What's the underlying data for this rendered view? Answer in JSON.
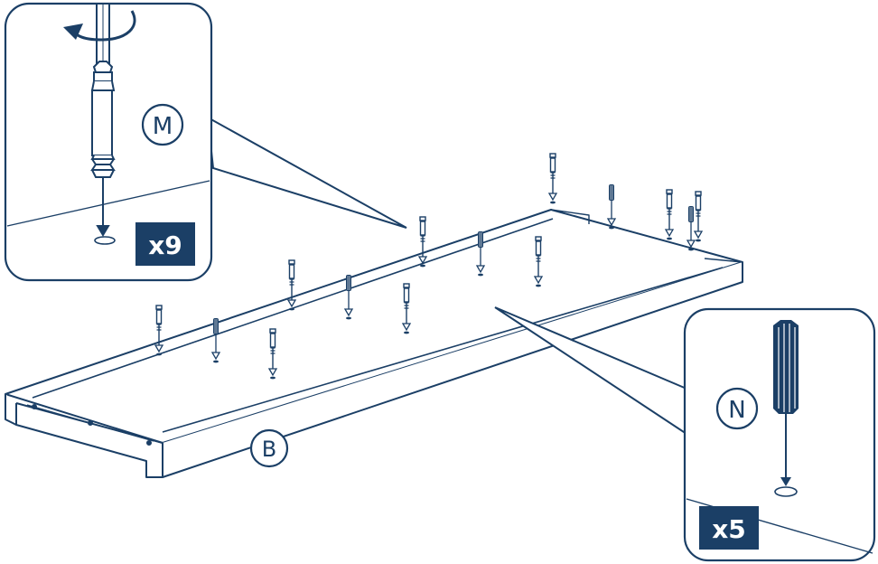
{
  "colors": {
    "line": "#1b3f66",
    "badge_bg": "#1b3f66",
    "badge_text": "#ffffff",
    "background": "#ffffff"
  },
  "panel_label": "B",
  "detail_m": {
    "part_label": "M",
    "quantity": "x9",
    "icon": "cam-lock-bolt-icon"
  },
  "detail_n": {
    "part_label": "N",
    "quantity": "x5",
    "icon": "wooden-dowel-icon"
  }
}
